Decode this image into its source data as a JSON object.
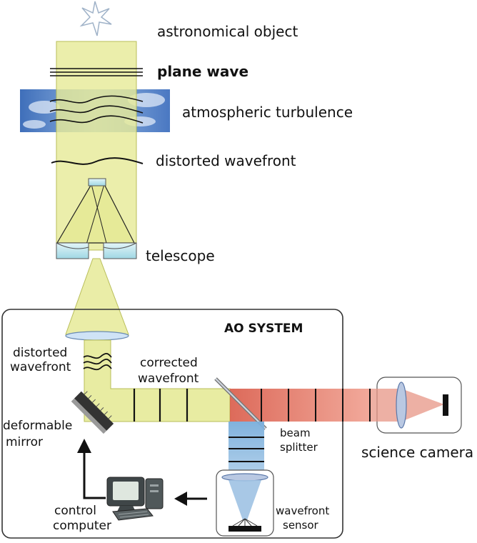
{
  "labels": {
    "astronomical_object": "astronomical object",
    "plane_wave": "plane wave",
    "atmospheric_turbulence": "atmospheric turbulence",
    "distorted_wavefront_top": "distorted wavefront",
    "telescope": "telescope",
    "ao_system": "AO SYSTEM",
    "distorted_wavefront_inner_1": "distorted",
    "distorted_wavefront_inner_2": "wavefront",
    "corrected_wavefront_1": "corrected",
    "corrected_wavefront_2": "wavefront",
    "deformable_mirror_1": "deformable",
    "deformable_mirror_2": "mirror",
    "beam_splitter_1": "beam",
    "beam_splitter_2": "splitter",
    "science_camera": "science camera",
    "control_computer_1": "control",
    "control_computer_2": "computer",
    "wavefront_sensor_1": "wavefront",
    "wavefront_sensor_2": "sensor"
  },
  "colors": {
    "beam_yellow": "#e6ea98",
    "beam_yellow_stroke": "#b9be5a",
    "beam_red": "#e87d6a",
    "beam_blue": "#86b6dd",
    "sky_blue": "#5f88c8",
    "mirror_cyan": "#bfe6ef",
    "frame": "#333333"
  }
}
